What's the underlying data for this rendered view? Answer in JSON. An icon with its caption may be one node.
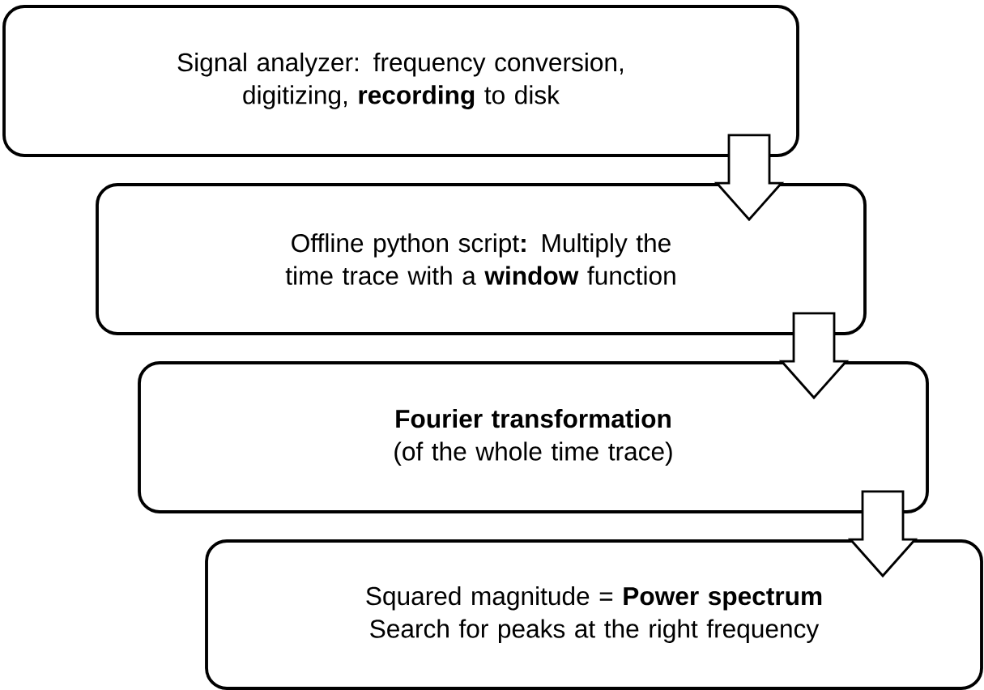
{
  "diagram": {
    "nodes": [
      {
        "text": [
          "Signal analyzer: frequency conversion, digitizing, **recording** to disk"
        ]
      },
      {
        "text": [
          "Offline python script**:** Multiply the time trace with a **window** function"
        ]
      },
      {
        "text": [
          "Fourier transformation",
          "(of the whole time trace)"
        ]
      },
      {
        "text": [
          "Squared magnitude = **Power spectrum** Search for peaks at the right frequency"
        ]
      }
    ],
    "edges": [
      {
        "from": 0,
        "to": 1,
        "arrow": "to"
      },
      {
        "from": 1,
        "to": 2,
        "arrow": "to"
      },
      {
        "from": 2,
        "to": 3,
        "arrow": "to"
      }
    ]
  }
}
